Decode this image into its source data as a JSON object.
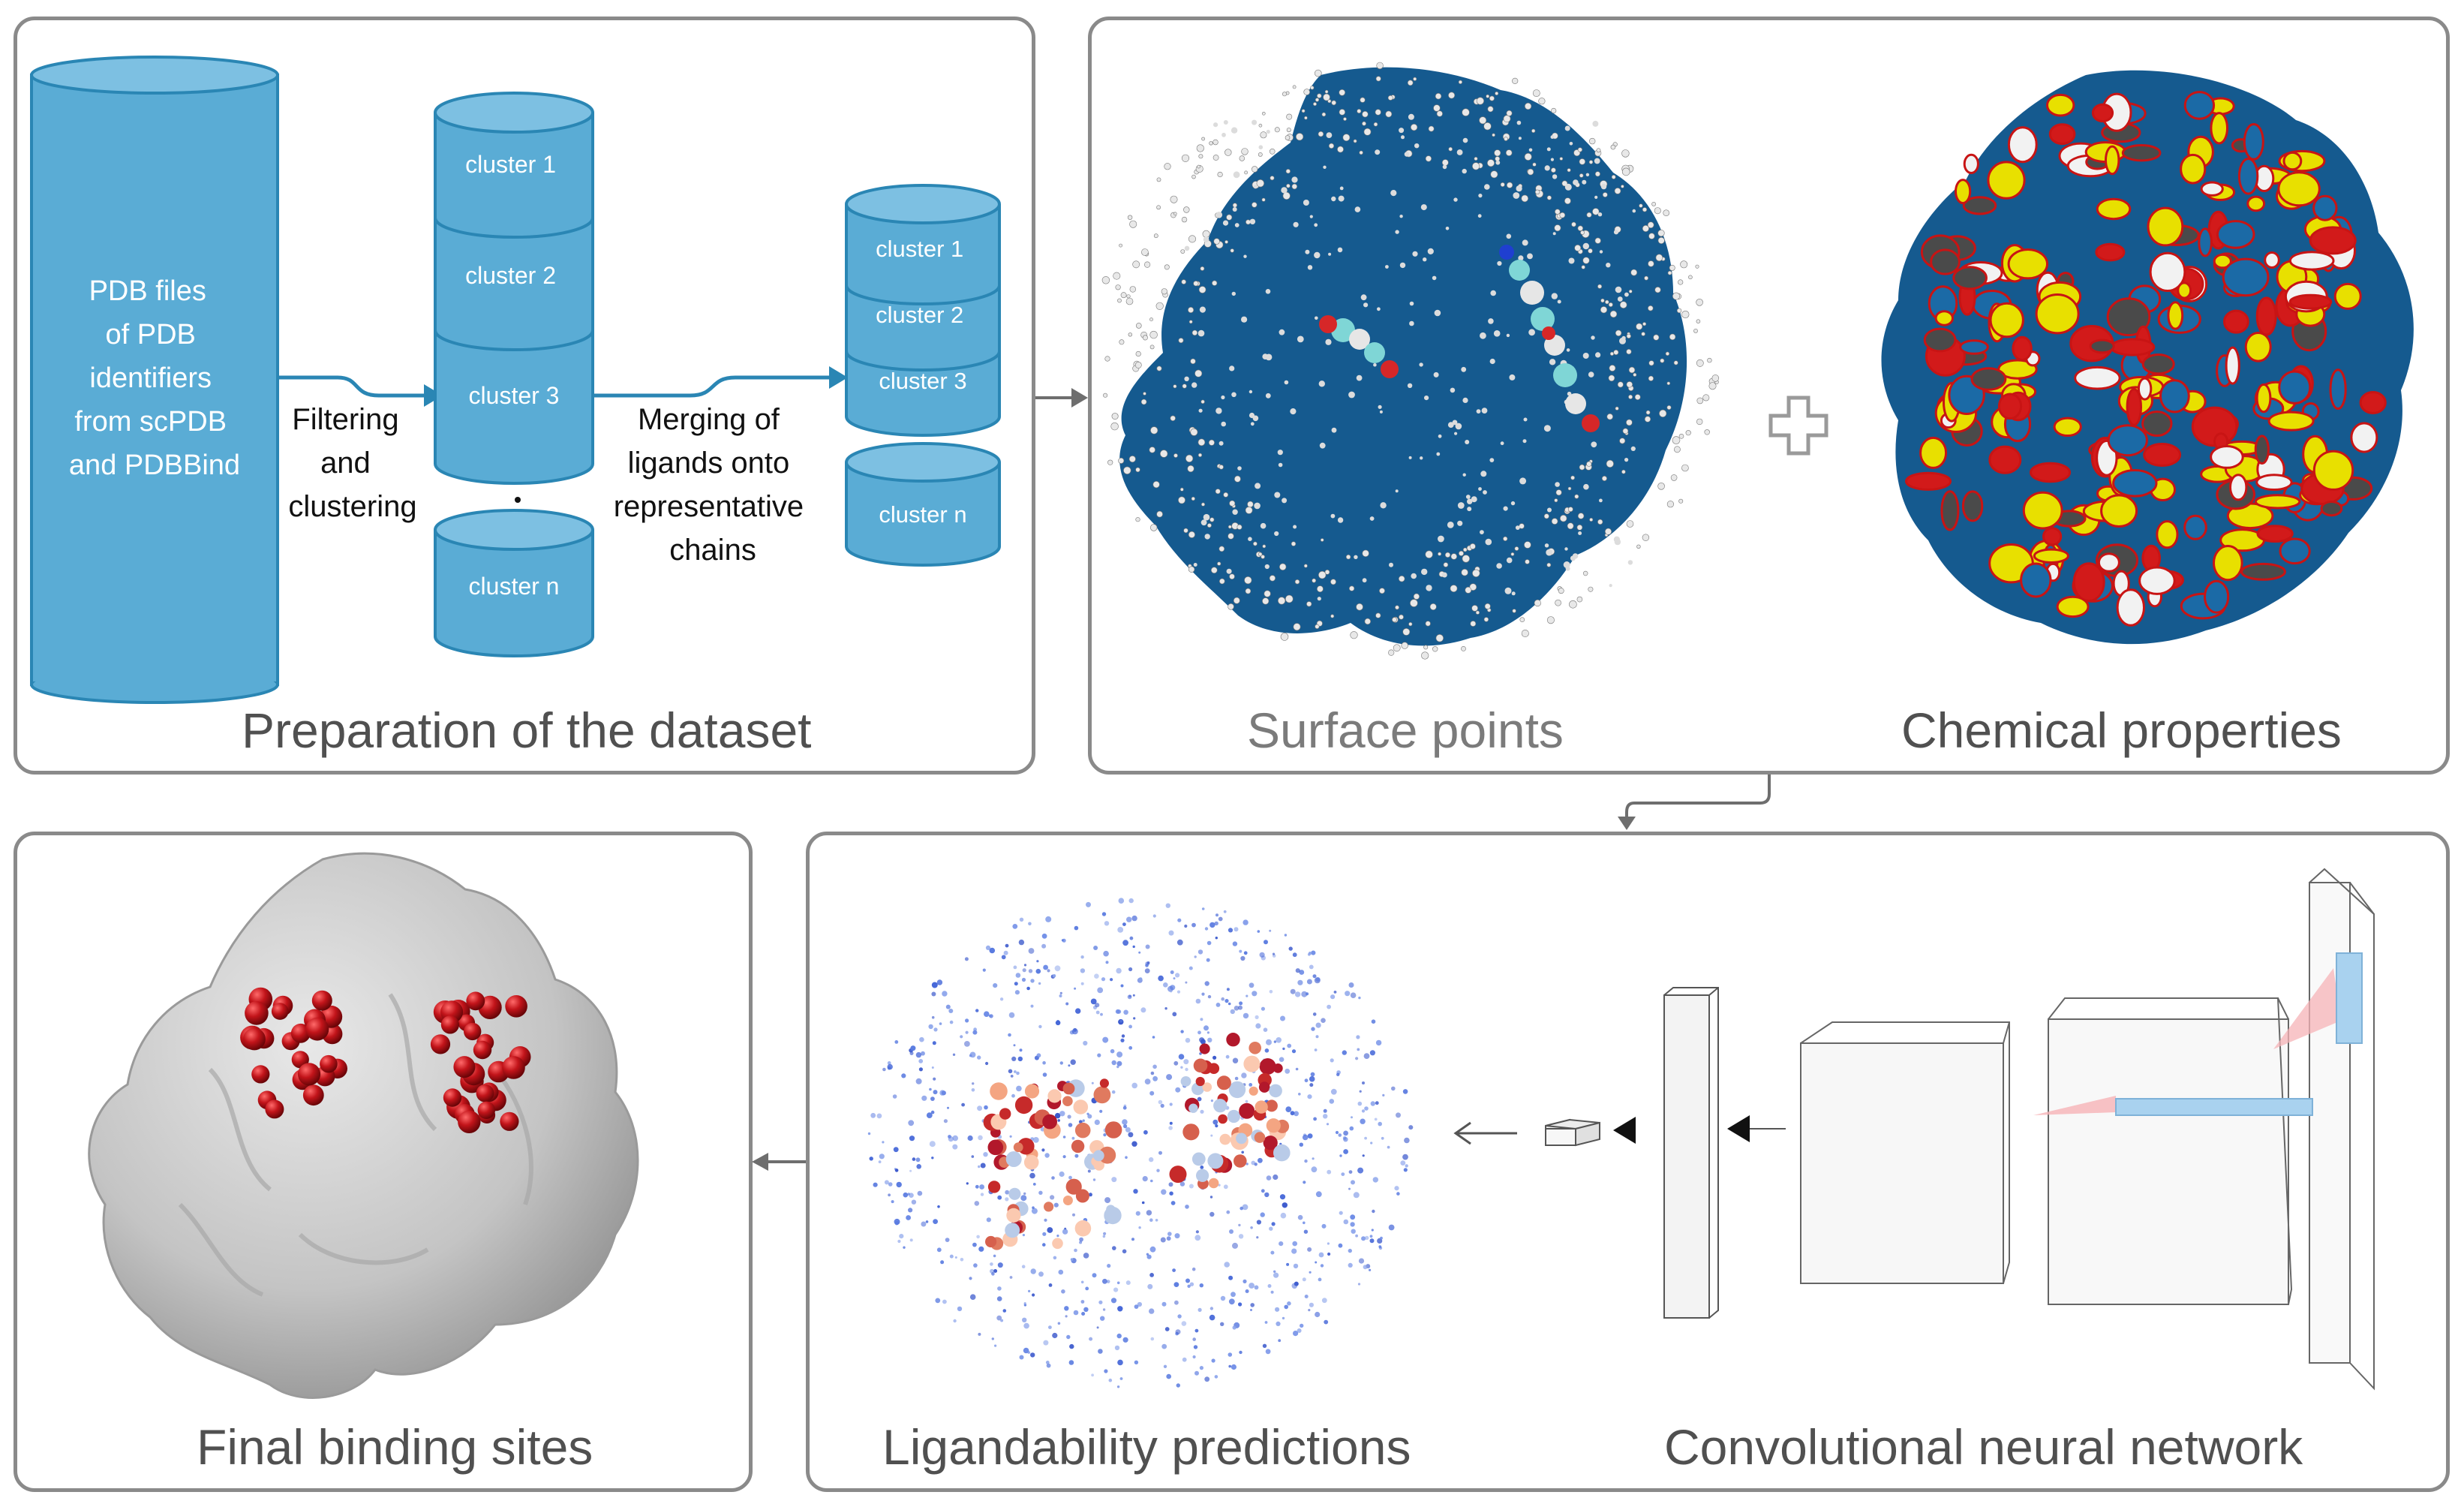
{
  "panels": {
    "dataset": {
      "caption": "Preparation of the dataset",
      "source_db": [
        "PDB files",
        "of  PDB",
        "identifiers",
        "from scPDB",
        "and PDBBind"
      ],
      "filter_label": [
        "Filtering",
        "and",
        "clustering"
      ],
      "merge_label": [
        "Merging of",
        "ligands onto",
        "representative",
        "chains"
      ],
      "clusters_left": [
        "cluster 1",
        "cluster 2",
        "cluster 3",
        "cluster n"
      ],
      "clusters_right": [
        "cluster 1",
        "cluster 2",
        "cluster 3",
        "cluster n"
      ]
    },
    "surface": {
      "caption_left": "Surface points",
      "caption_right": "Chemical properties"
    },
    "final": {
      "caption": "Final binding sites"
    },
    "cnn": {
      "caption_left": "Ligandability predictions",
      "caption_right": "Convolutional neural network"
    }
  },
  "colors": {
    "cylinder_fill": "#5aacd5",
    "cylinder_stroke": "#2a86b4",
    "protein_blue": "#155a8f",
    "binding_red": "#b40f14",
    "surface_grey": "#c9c9c9",
    "chem_yellow": "#e8e000"
  }
}
